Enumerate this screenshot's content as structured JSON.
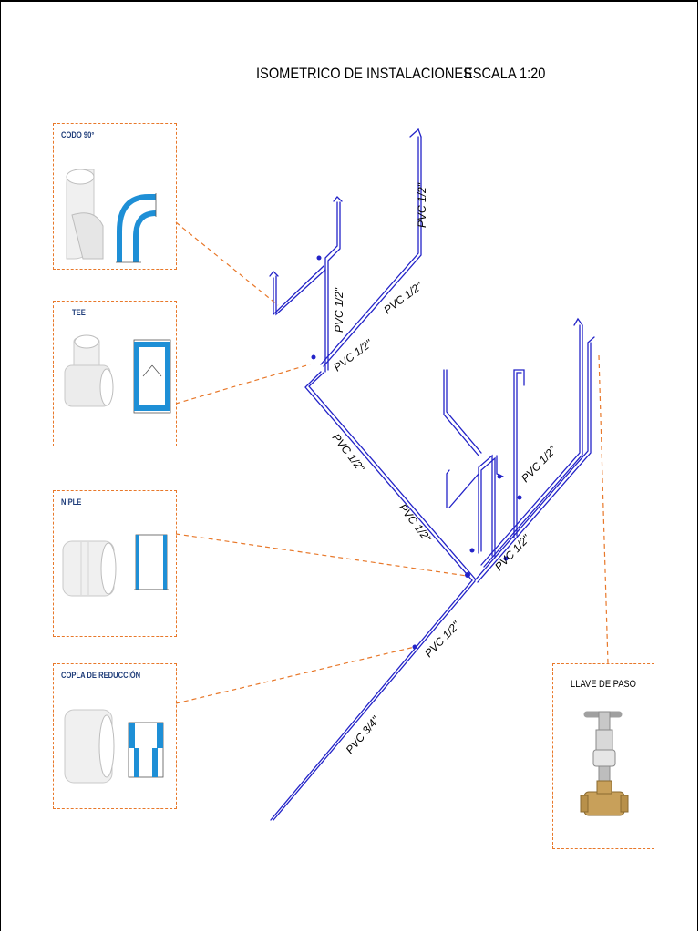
{
  "title": {
    "main": "ISOMETRICO DE INSTALACIONES",
    "scale": "ESCALA 1:20"
  },
  "fittings": [
    {
      "id": "codo",
      "label": "CODO 90°",
      "icon": "elbow-fitting-icon"
    },
    {
      "id": "tee",
      "label": "TEE",
      "icon": "tee-fitting-icon"
    },
    {
      "id": "niple",
      "label": "NIPLE",
      "icon": "nipple-fitting-icon"
    },
    {
      "id": "copla",
      "label": "COPLA DE REDUCCIÓN",
      "icon": "reducer-coupling-icon"
    }
  ],
  "valve": {
    "label": "LLAVE DE PASO",
    "icon": "stop-valve-icon"
  },
  "pipe_labels": [
    {
      "text": "PVC 1/2\""
    },
    {
      "text": "PVC 1/2\""
    },
    {
      "text": "PVC 1/2\""
    },
    {
      "text": "PVC 1/2\""
    },
    {
      "text": "PVC 1/2\""
    },
    {
      "text": "PVC 1/2\""
    },
    {
      "text": "PVC 1/2\""
    },
    {
      "text": "PVC 1/2\""
    },
    {
      "text": "PVC 1/2\""
    },
    {
      "text": "PVC 3/4\""
    }
  ],
  "colors": {
    "pipe": "#2323c8",
    "leader": "#e8782a",
    "fitting_blue": "#1e8fd6",
    "label_blue": "#1f3d7a"
  }
}
